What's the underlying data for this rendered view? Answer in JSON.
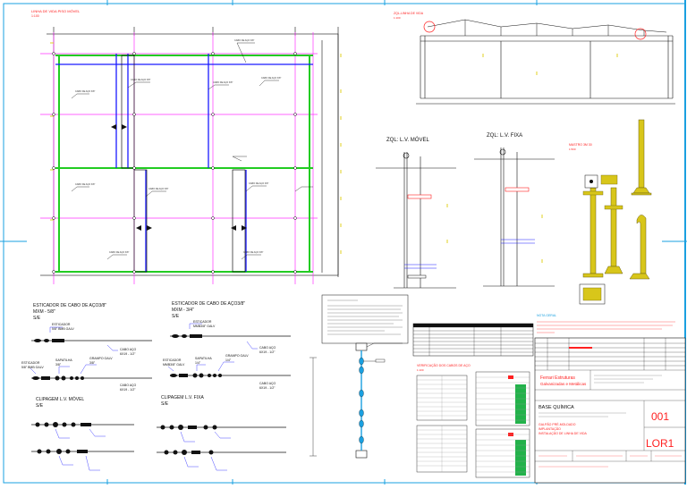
{
  "plan": {
    "title": "LINHA DE VIDA PISO MÓVEL",
    "scale": "1:100",
    "callout": "CABO DE AÇO 3/8\""
  },
  "elevation": {
    "title": "ZQL-LINHA DE VIDA",
    "scale": "1:100"
  },
  "zql_movel": {
    "title": "ZQL: L.V. MÓVEL"
  },
  "zql_fixa": {
    "title": "ZQL: L.V. FIXA"
  },
  "mastro": {
    "title": "MASTRO 3M 30",
    "scale": "1:500"
  },
  "esticador_left": {
    "title_l1": "ESTICADOR DE CABO DE AÇO3/8\"",
    "title_l2": "MXM - 5/8\"",
    "title_l3": "S/E",
    "label_esticador": "ESTICADOR",
    "label_esticador_sub": "5/8\" BMB GALV",
    "label_cabo": "CABO AÇO",
    "label_cabo_sub": "6X19 - 1/2\"",
    "label_sapatilha": "SAPATILHA",
    "label_sapatilha_sub": "3/8\"",
    "label_grampo": "GRAMPO GALV",
    "label_grampo_sub": "3/8\""
  },
  "esticador_right": {
    "title_l1": "ESTICADOR DE CABO DE AÇO3/8\"",
    "title_l2": "MXM - 3/4\"",
    "title_l3": "S/E",
    "label_esticador": "ESTICADOR",
    "label_esticador_sub": "MMB3/8\" GALV",
    "label_cabo": "CABO AÇO",
    "label_cabo_sub": "6X19 - 1/2\"",
    "label_sapatilha": "SAPATILHA",
    "label_sapatilha_sub": "1/4\"",
    "label_grampo": "GRAMPO GALV",
    "label_grampo_sub": "1/4\""
  },
  "clip_movel": {
    "title": "CLIPAGEM L.V. MÓVEL",
    "sub": "S/E"
  },
  "clip_fixa": {
    "title": "CLIPAGEM L.V. FIXA",
    "sub": "S/E"
  },
  "verificacao": {
    "title": "VERIFICAÇÃO DOS CABOS DE AÇO",
    "scale": "1:100"
  },
  "notes": {
    "title": "NOTA GERAL"
  },
  "titleblock": {
    "company_l1": "Ferrari Estruturas",
    "company_l2": "Galvanizadas e Metálicas",
    "client": "BASE QUÍMICA",
    "project_l1": "GALPÃO PRÉ-MOLDADO",
    "project_l2": "IMPLANTAÇÃO",
    "project_l3": "INSTALAÇÃO DE LINHA DE VIDA",
    "sheet_no": "001",
    "revision": "LOR1"
  },
  "colors": {
    "green": "#22cc22",
    "magenta": "#ff33ff",
    "blue": "#1a1aff",
    "red": "#ff2020",
    "yellow_mast": "#d8c61a",
    "frame": "#1aa0e0"
  }
}
